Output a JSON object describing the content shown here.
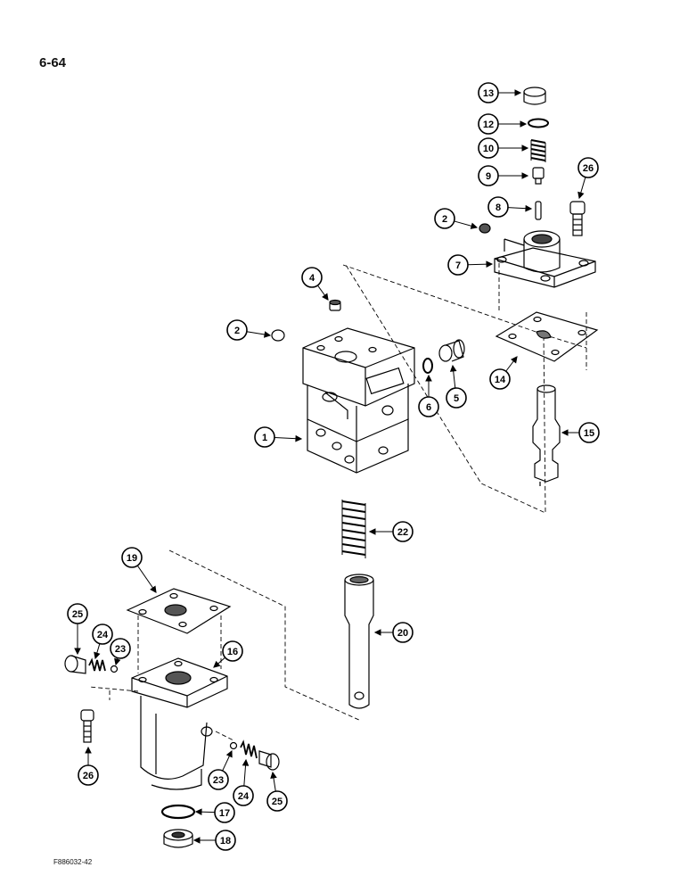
{
  "page": {
    "page_number": "6-64",
    "figure_code": "F886032-42"
  },
  "callouts": [
    {
      "id": "c13",
      "label": "13"
    },
    {
      "id": "c12",
      "label": "12"
    },
    {
      "id": "c10",
      "label": "10"
    },
    {
      "id": "c9",
      "label": "9"
    },
    {
      "id": "c26a",
      "label": "26"
    },
    {
      "id": "c8",
      "label": "8"
    },
    {
      "id": "c2a",
      "label": "2"
    },
    {
      "id": "c7",
      "label": "7"
    },
    {
      "id": "c4",
      "label": "4"
    },
    {
      "id": "c2b",
      "label": "2"
    },
    {
      "id": "c14",
      "label": "14"
    },
    {
      "id": "c6",
      "label": "6"
    },
    {
      "id": "c5",
      "label": "5"
    },
    {
      "id": "c1",
      "label": "1"
    },
    {
      "id": "c15",
      "label": "15"
    },
    {
      "id": "c22",
      "label": "22"
    },
    {
      "id": "c19",
      "label": "19"
    },
    {
      "id": "c20",
      "label": "20"
    },
    {
      "id": "c25a",
      "label": "25"
    },
    {
      "id": "c24a",
      "label": "24"
    },
    {
      "id": "c23a",
      "label": "23"
    },
    {
      "id": "c16",
      "label": "16"
    },
    {
      "id": "c26b",
      "label": "26"
    },
    {
      "id": "c23b",
      "label": "23"
    },
    {
      "id": "c24b",
      "label": "24"
    },
    {
      "id": "c25b",
      "label": "25"
    },
    {
      "id": "c17",
      "label": "17"
    },
    {
      "id": "c18",
      "label": "18"
    }
  ]
}
